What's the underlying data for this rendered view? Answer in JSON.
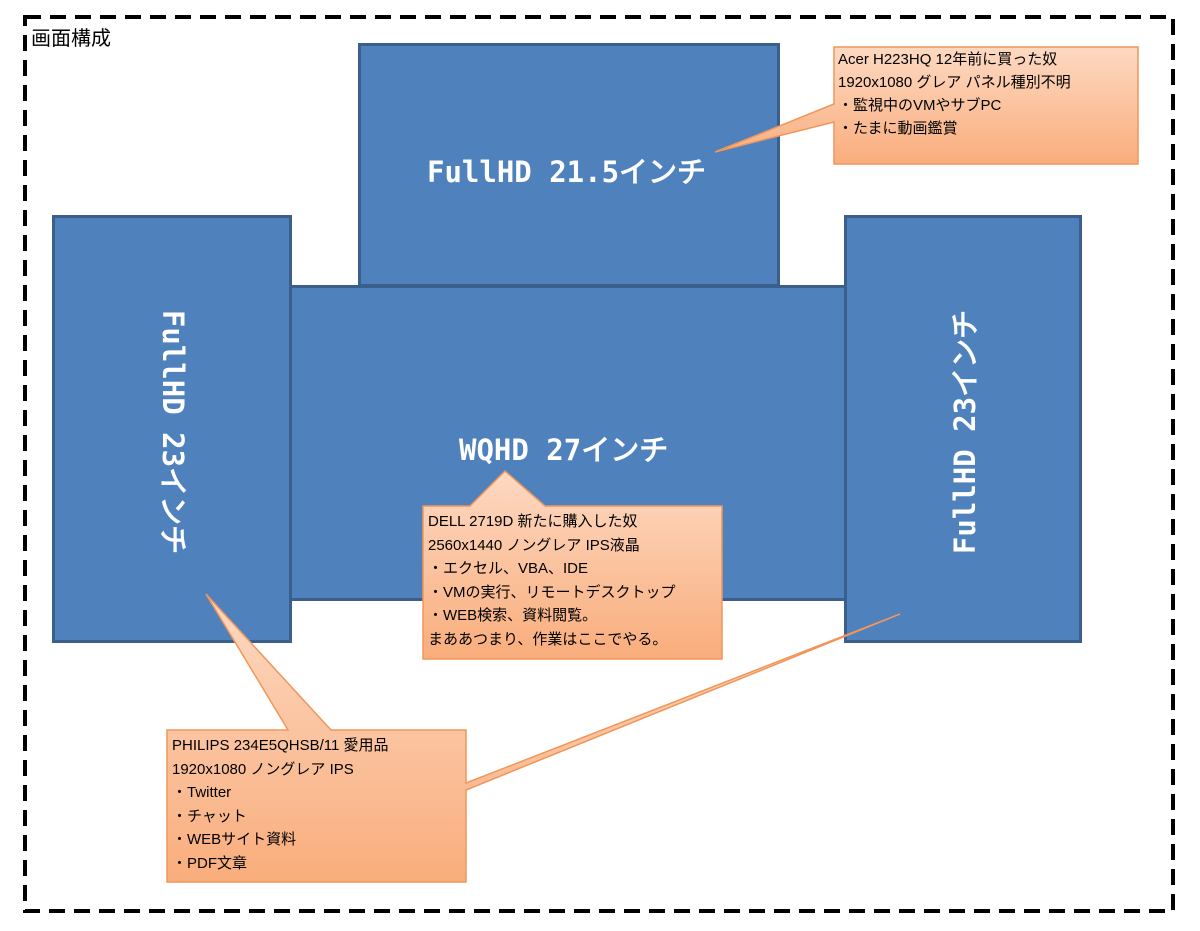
{
  "frame": {
    "title": "画面構成"
  },
  "monitors": {
    "top": {
      "label": "FullHD 21.5インチ"
    },
    "center": {
      "label": "WQHD 27インチ"
    },
    "left": {
      "label": "FullHD 23インチ"
    },
    "right": {
      "label": "FullHD 23インチ"
    }
  },
  "notes": {
    "acer": {
      "lines": [
        "Acer H223HQ  12年前に買った奴",
        " 1920x1080 グレア パネル種別不明",
        "・監視中のVMやサブPC",
        "・たまに動画鑑賞"
      ]
    },
    "dell": {
      "lines": [
        "DELL 2719D 新たに購入した奴",
        "2560x1440 ノングレア IPS液晶",
        "・エクセル、VBA、IDE",
        "・VMの実行、リモートデスクトップ",
        "・WEB検索、資料閲覧。",
        "まああつまり、作業はここでやる。"
      ]
    },
    "philips": {
      "lines": [
        "PHILIPS 234E5QHSB/11 愛用品",
        "1920x1080 ノングレア IPS",
        "・Twitter",
        "・チャット",
        "・WEBサイト資料",
        "・PDF文章"
      ]
    }
  },
  "colors": {
    "monitor_fill": "#4f81bd",
    "monitor_border": "#3a5f8c",
    "callout_fill": "#fbbf96",
    "callout_border": "#f0965a"
  }
}
